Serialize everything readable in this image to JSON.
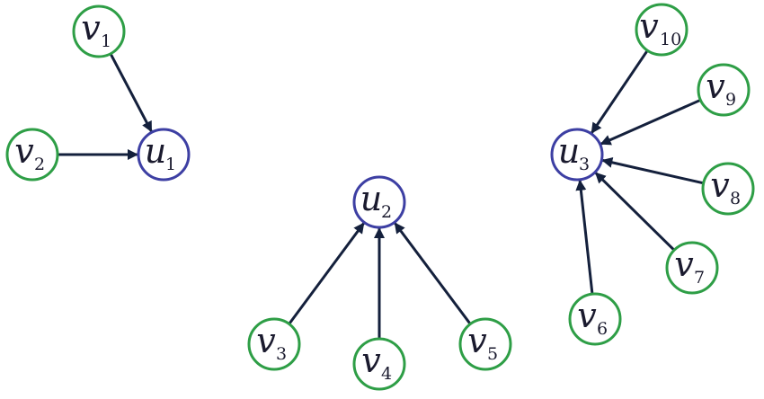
{
  "colors": {
    "source_node": "#2e9e46",
    "target_node": "#3d3fa3",
    "edge": "#14203c",
    "text": "#1a1a2e"
  },
  "nodes": [
    {
      "id": "v1",
      "base": "v",
      "sub": "1",
      "kind": "source"
    },
    {
      "id": "v2",
      "base": "v",
      "sub": "2",
      "kind": "source"
    },
    {
      "id": "u1",
      "base": "u",
      "sub": "1",
      "kind": "target"
    },
    {
      "id": "u2",
      "base": "u",
      "sub": "2",
      "kind": "target"
    },
    {
      "id": "v3",
      "base": "v",
      "sub": "3",
      "kind": "source"
    },
    {
      "id": "v4",
      "base": "v",
      "sub": "4",
      "kind": "source"
    },
    {
      "id": "v5",
      "base": "v",
      "sub": "5",
      "kind": "source"
    },
    {
      "id": "u3",
      "base": "u",
      "sub": "3",
      "kind": "target"
    },
    {
      "id": "v6",
      "base": "v",
      "sub": "6",
      "kind": "source"
    },
    {
      "id": "v7",
      "base": "v",
      "sub": "7",
      "kind": "source"
    },
    {
      "id": "v8",
      "base": "v",
      "sub": "8",
      "kind": "source"
    },
    {
      "id": "v9",
      "base": "v",
      "sub": "9",
      "kind": "source"
    },
    {
      "id": "v10",
      "base": "v",
      "sub": "10",
      "kind": "source"
    }
  ],
  "edges": [
    {
      "from": "v1",
      "to": "u1"
    },
    {
      "from": "v2",
      "to": "u1"
    },
    {
      "from": "v3",
      "to": "u2"
    },
    {
      "from": "v4",
      "to": "u2"
    },
    {
      "from": "v5",
      "to": "u2"
    },
    {
      "from": "v6",
      "to": "u3"
    },
    {
      "from": "v7",
      "to": "u3"
    },
    {
      "from": "v8",
      "to": "u3"
    },
    {
      "from": "v9",
      "to": "u3"
    },
    {
      "from": "v10",
      "to": "u3"
    }
  ]
}
